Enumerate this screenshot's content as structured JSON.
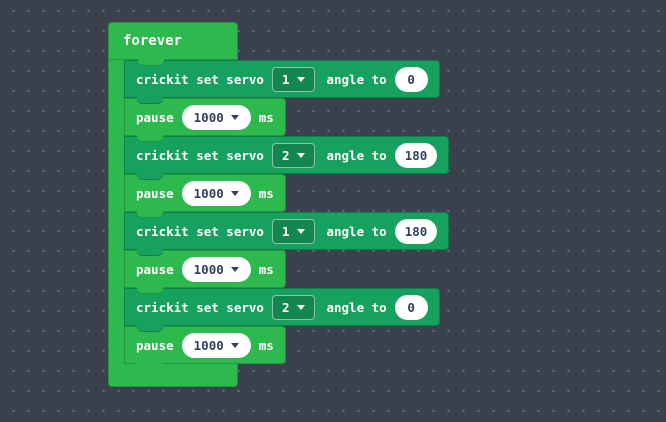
{
  "workspace": {
    "type": "makecode-block-editor-canvas",
    "colors": {
      "canvas_bg": "#3a414d",
      "grid_dot": "#d6dee9",
      "loops_green": "#2eb94e",
      "loops_border": "#23963e",
      "crickit_green": "#17a15f",
      "crickit_border": "#0d7f4a",
      "field_bg": "#ffffff",
      "field_text": "#32405a"
    }
  },
  "forever_block": {
    "label": "forever"
  },
  "blocks": [
    {
      "kind": "crickit",
      "prefix": "crickit set servo",
      "servo": "1",
      "mid": "angle to",
      "angle": "0"
    },
    {
      "kind": "pause",
      "prefix": "pause",
      "duration": "1000",
      "suffix": "ms"
    },
    {
      "kind": "crickit",
      "prefix": "crickit set servo",
      "servo": "2",
      "mid": "angle to",
      "angle": "180"
    },
    {
      "kind": "pause",
      "prefix": "pause",
      "duration": "1000",
      "suffix": "ms"
    },
    {
      "kind": "crickit",
      "prefix": "crickit set servo",
      "servo": "1",
      "mid": "angle to",
      "angle": "180"
    },
    {
      "kind": "pause",
      "prefix": "pause",
      "duration": "1000",
      "suffix": "ms"
    },
    {
      "kind": "crickit",
      "prefix": "crickit set servo",
      "servo": "2",
      "mid": "angle to",
      "angle": "0"
    },
    {
      "kind": "pause",
      "prefix": "pause",
      "duration": "1000",
      "suffix": "ms"
    }
  ]
}
